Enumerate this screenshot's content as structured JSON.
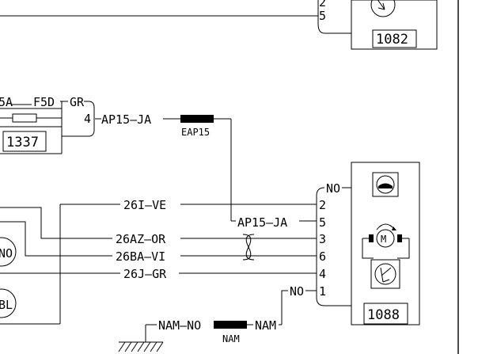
{
  "connectors": {
    "c1082": {
      "id": "1082",
      "pins": [
        "2",
        "5"
      ]
    },
    "c1337": {
      "id": "1337",
      "head_left": "5A",
      "head_mid": "F5D",
      "head_right": "GR",
      "pin": "4"
    },
    "c1088": {
      "id": "1088",
      "pins": [
        "2",
        "5",
        "3",
        "6",
        "4",
        "1"
      ],
      "color": "NO"
    }
  },
  "wires": {
    "ap15_top": "AP15—JA",
    "ap15_mid": "AP15—JA",
    "w26i": "26I—VE",
    "w26az": "26AZ—OR",
    "w26ba": "26BA—VI",
    "w26j": "26J—GR",
    "no_pin1": "NO",
    "nam_left": "NAM—NO",
    "nam_right": "NAM"
  },
  "splices": {
    "eap15": "EAP15",
    "nam": "NAM"
  },
  "left_symbols": [
    "NO",
    "BL"
  ]
}
